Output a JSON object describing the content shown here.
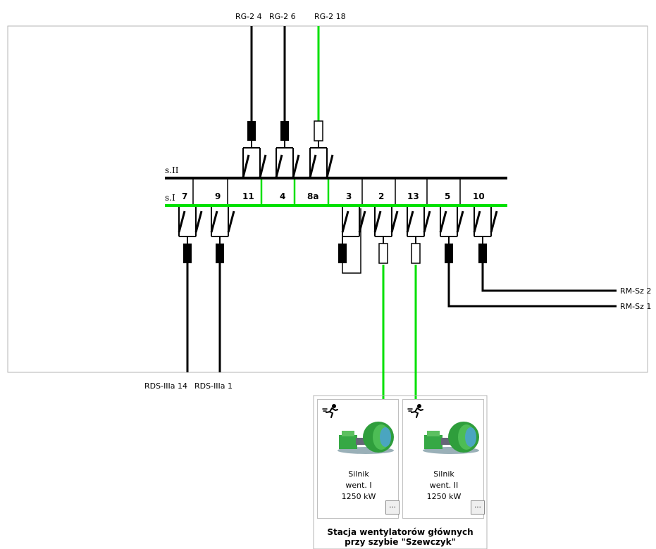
{
  "feeders_top": [
    {
      "label": "RG-2 4",
      "energized": false
    },
    {
      "label": "RG-2 6",
      "energized": false
    },
    {
      "label": "RG-2 18",
      "energized": true
    }
  ],
  "bus": {
    "upper_label": "s.II",
    "lower_label": "s.I"
  },
  "fields": [
    "7",
    "9",
    "11",
    "4",
    "8a",
    "3",
    "2",
    "13",
    "5",
    "10"
  ],
  "feeders_bottom": [
    {
      "label": "RDS-IIIa 14"
    },
    {
      "label": "RDS-IIIa 1"
    }
  ],
  "feeders_right": [
    {
      "label": "RM-Sz 2"
    },
    {
      "label": "RM-Sz 1"
    }
  ],
  "station": {
    "title_line1": "Stacja wentylatorów głównych",
    "title_line2": "przy szybie \"Szewczyk\"",
    "motors": [
      {
        "line1": "Silnik",
        "line2": "went. I",
        "line3": "1250 kW",
        "button": "..."
      },
      {
        "line1": "Silnik",
        "line2": "went. II",
        "line3": "1250 kW",
        "button": "..."
      }
    ]
  },
  "colors": {
    "live": "#00e000",
    "dead": "#000000",
    "frame": "#b4b4b4"
  }
}
